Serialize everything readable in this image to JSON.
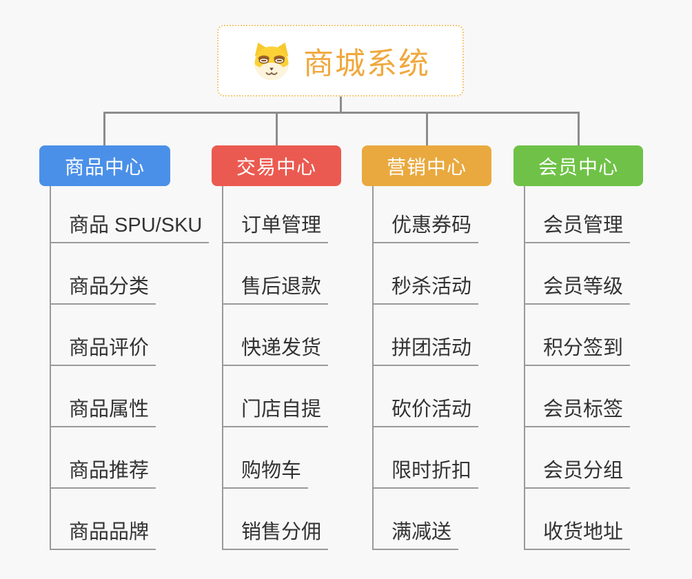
{
  "background_color": "#f8f8f8",
  "connector_color": "#8c8c8c",
  "underline_color": "#999999",
  "leaf_text_color": "#333333",
  "root": {
    "title": "商城系统",
    "icon": "dog-face-icon",
    "text_color": "#f0a83e",
    "border_color": "#f3c878",
    "background": "#ffffff"
  },
  "branches": [
    {
      "label": "商品中心",
      "color": "#4b90e8",
      "items": [
        "商品 SPU/SKU",
        "商品分类",
        "商品评价",
        "商品属性",
        "商品推荐",
        "商品品牌"
      ]
    },
    {
      "label": "交易中心",
      "color": "#eb5a50",
      "items": [
        "订单管理",
        "售后退款",
        "快递发货",
        "门店自提",
        "购物车",
        "销售分佣"
      ]
    },
    {
      "label": "营销中心",
      "color": "#e9a93e",
      "items": [
        "优惠券码",
        "秒杀活动",
        "拼团活动",
        "砍价活动",
        "限时折扣",
        "满减送"
      ]
    },
    {
      "label": "会员中心",
      "color": "#6fc247",
      "items": [
        "会员管理",
        "会员等级",
        "积分签到",
        "会员标签",
        "会员分组",
        "收货地址"
      ]
    }
  ]
}
